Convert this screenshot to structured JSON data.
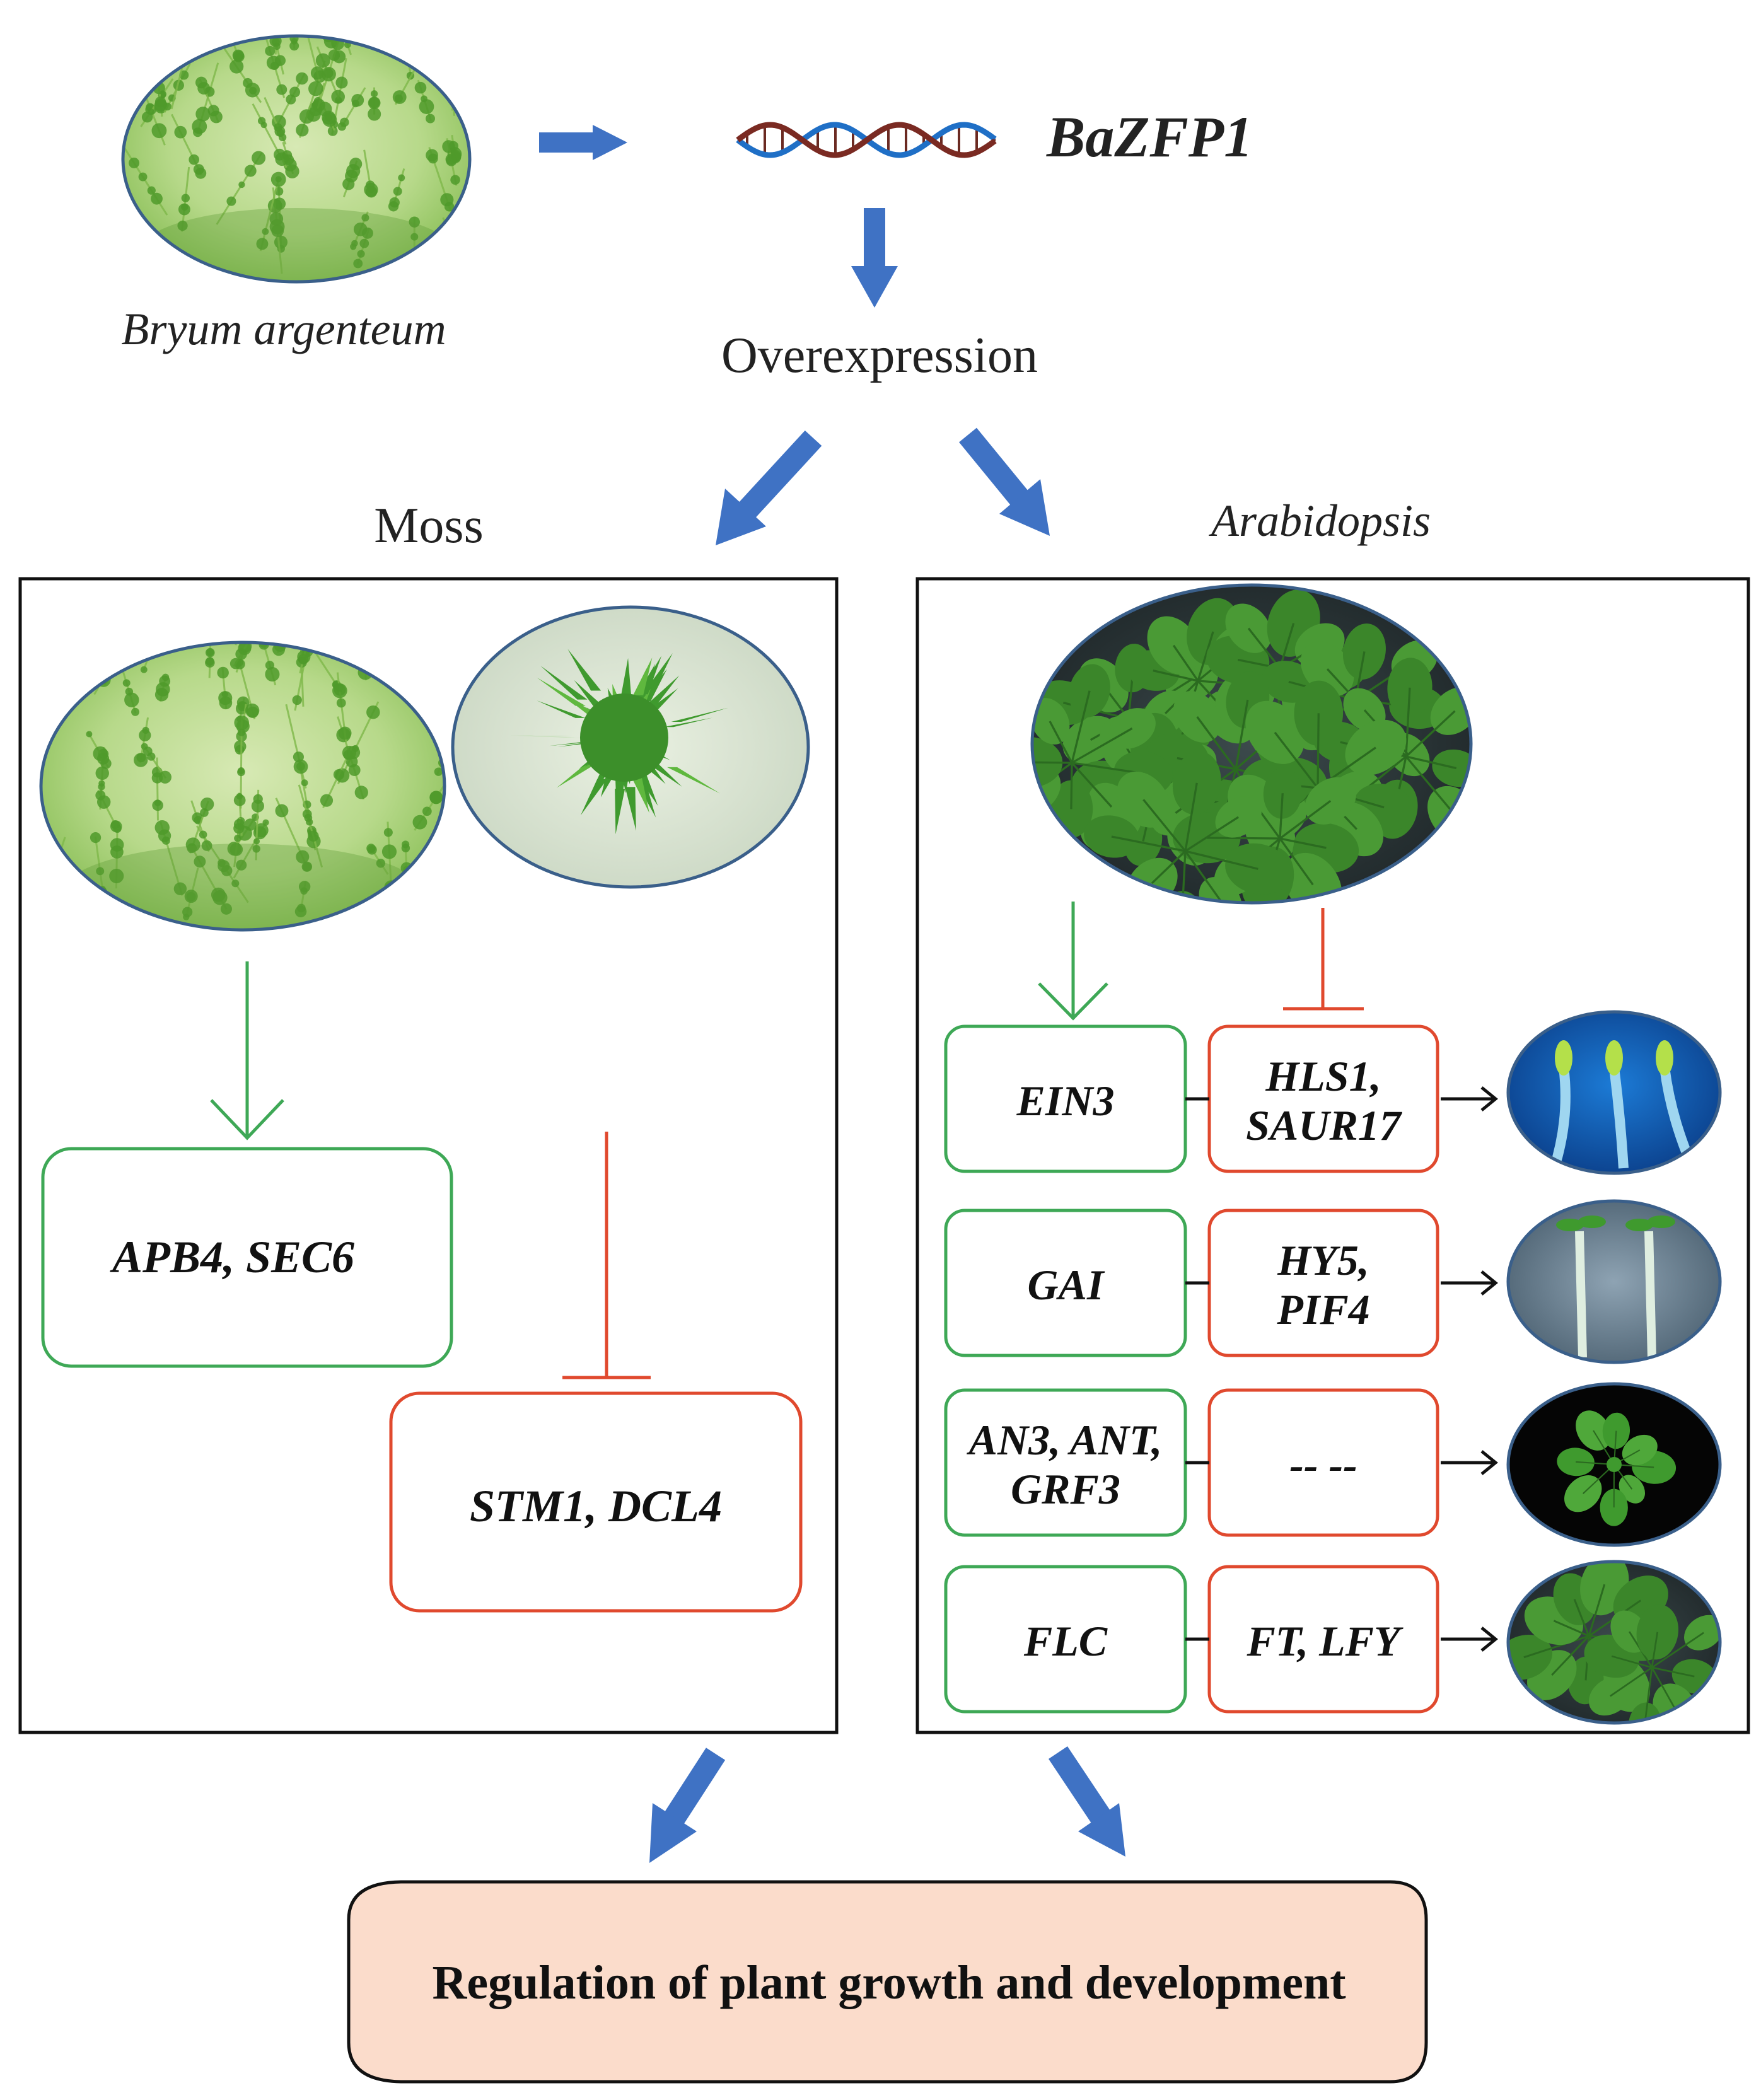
{
  "source": {
    "species": "Bryum argenteum",
    "gene": "BaZFP1"
  },
  "process": "Overexpression",
  "moss": {
    "label": "Moss",
    "promoted": "APB4, SEC6",
    "repressed": "STM1, DCL4"
  },
  "arabidopsis": {
    "label": "Arabidopsis",
    "rows": [
      {
        "left": [
          "EIN3"
        ],
        "right": [
          "HLS1,",
          "SAUR17"
        ]
      },
      {
        "left": [
          "GAI"
        ],
        "right": [
          "HY5,",
          "PIF4"
        ]
      },
      {
        "left": [
          "AN3, ANT,",
          "GRF3"
        ],
        "right": [
          "-- --"
        ]
      },
      {
        "left": [
          "FLC"
        ],
        "right": [
          "FT, LFY"
        ]
      }
    ]
  },
  "conclusion": "Regulation of plant growth and development",
  "colors": {
    "arrow": "#3f72c4",
    "promote": "#3ea856",
    "repress": "#e0492e",
    "conclusion_fill": "#fbdccb",
    "moss_green": "#6fb63c",
    "leaf_green": "#3f8f2e"
  }
}
